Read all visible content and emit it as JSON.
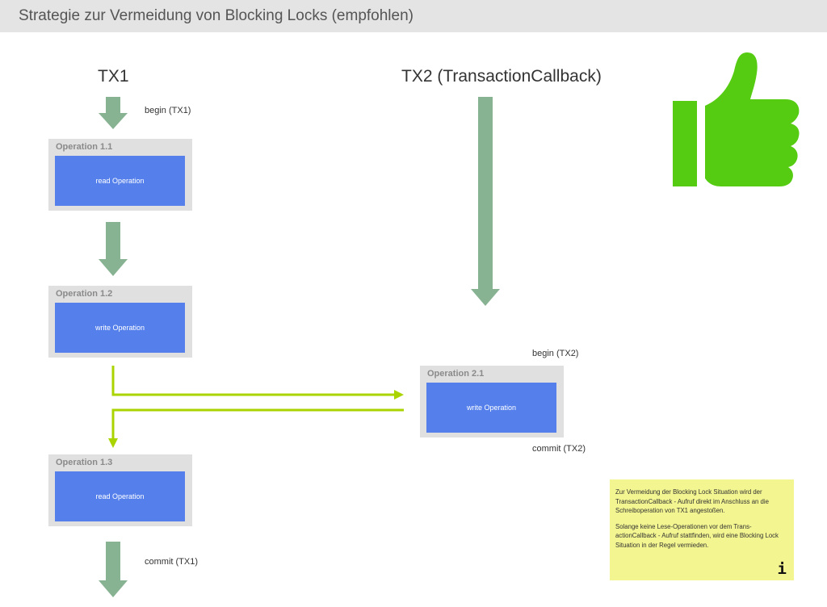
{
  "title": "Strategie zur Vermeidung von Blocking Locks (empfohlen)",
  "lanes": {
    "tx1": "TX1",
    "tx2": "TX2 (TransactionCallback)"
  },
  "labels": {
    "begin_tx1": "begin (TX1)",
    "begin_tx2": "begin (TX2)",
    "commit_tx2": "commit (TX2)",
    "commit_tx1": "commit (TX1)"
  },
  "operations": [
    {
      "title": "Operation 1.1",
      "action": "read Operation"
    },
    {
      "title": "Operation 1.2",
      "action": "write Operation"
    },
    {
      "title": "Operation 1.3",
      "action": "read Operation"
    },
    {
      "title": "Operation 2.1",
      "action": "write Operation"
    }
  ],
  "note": {
    "paragraph1": "Zur Vermeidung der Blocking Lock Situation wird der TransactionCallback - Aufruf direkt im Anschluss an die Schreiboperation von TX1 angestoßen.",
    "paragraph2": "Solange keine Lese-Operationen vor dem Trans-actionCallback - Aufruf stattfinden, wird eine Blocking Lock Situation in der Regel vermieden.",
    "icon": "i"
  },
  "colors": {
    "arrow": "#88b393",
    "flow": "#aad400",
    "thumb": "#55cc11",
    "opInner": "#5580ec",
    "noteBg": "#f3f590"
  },
  "icons": {
    "thumb": "thumbs-up-icon",
    "info": "info-icon"
  }
}
